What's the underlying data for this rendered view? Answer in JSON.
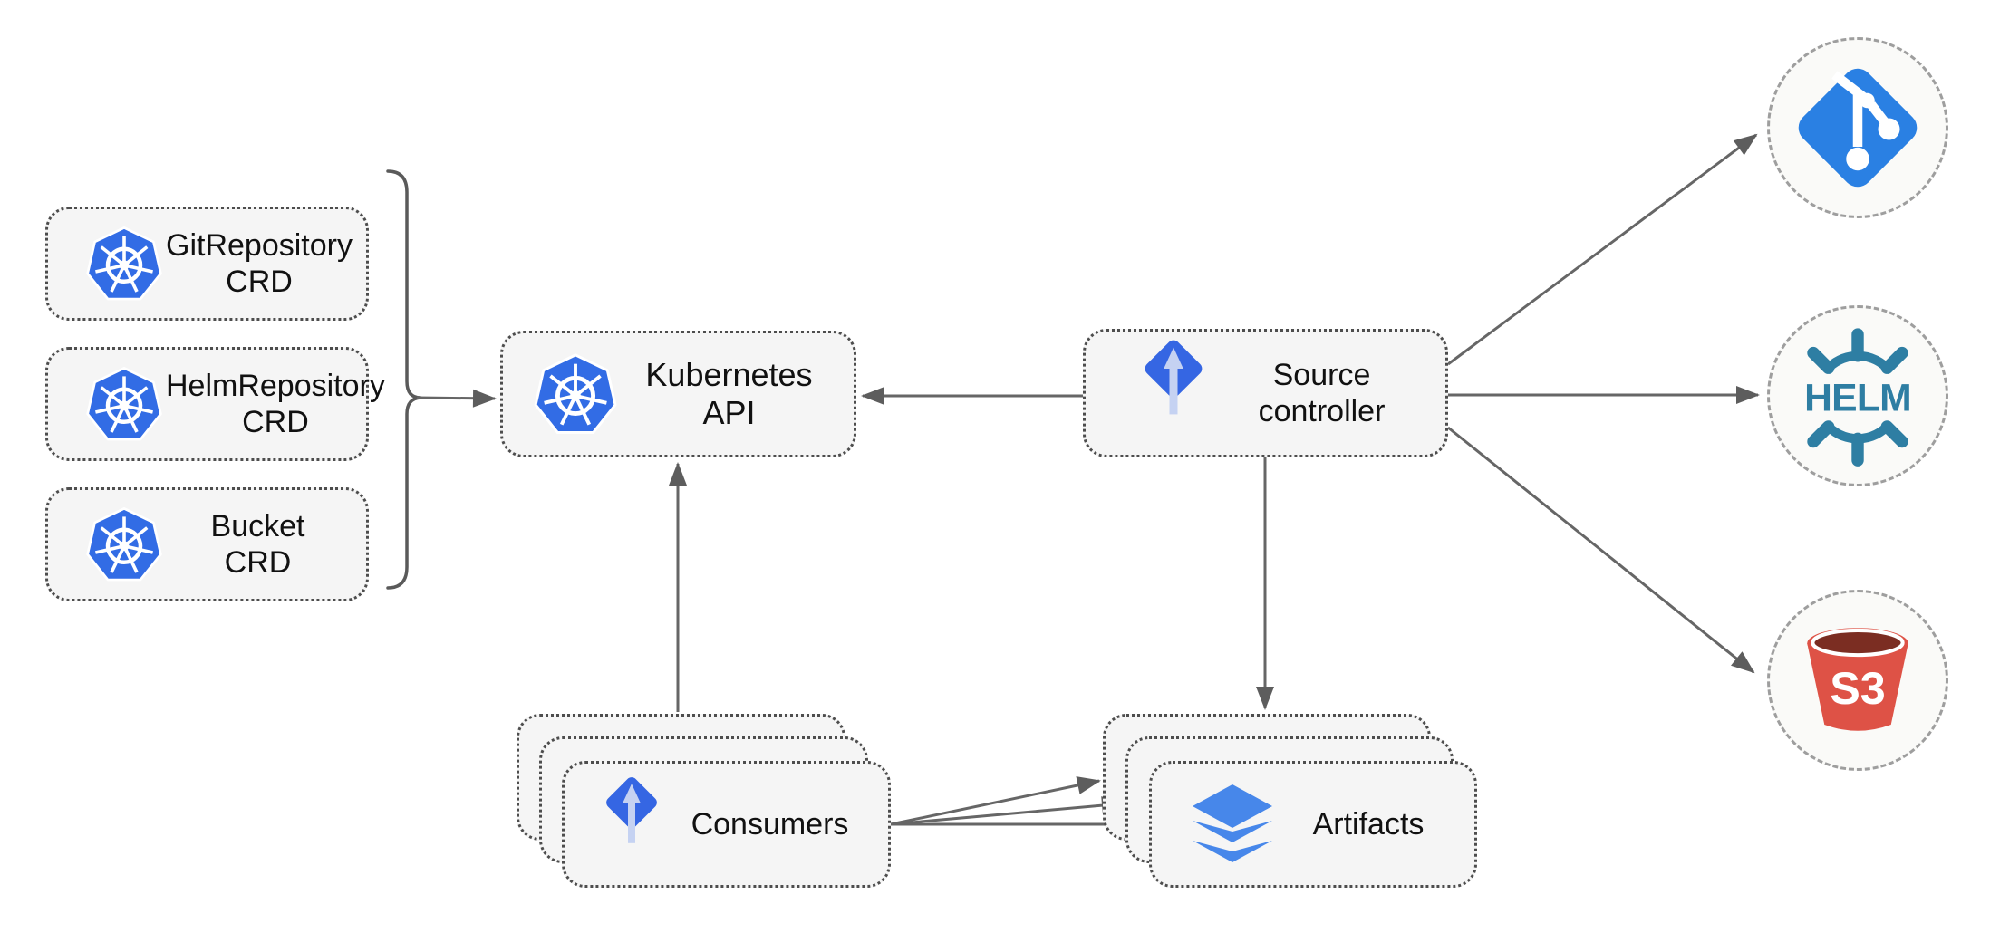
{
  "diagram": {
    "colors": {
      "kubernetes_blue": "#326CE5",
      "flux_blue": "#3566E3",
      "flux_arrow_light": "#C5D2F2",
      "flux_wave_blue": "#4E7BE8",
      "git_blue": "#2A80E3",
      "helm_teal": "#2E7EA3",
      "s3_red": "#DE5246",
      "s3_dark_red": "#7B2D22",
      "artifacts_blue": "#4787EA",
      "node_fill": "#F5F5F5",
      "node_border": "#4D4D4D",
      "external_fill": "#FAFAF8",
      "external_border": "#9E9E9E",
      "connector_gray": "#666666",
      "label_text": "#111111"
    },
    "crd_group": {
      "items": [
        {
          "label": "GitRepository\nCRD",
          "icon": "kubernetes-icon"
        },
        {
          "label": "HelmRepository\nCRD",
          "icon": "kubernetes-icon"
        },
        {
          "label": "Bucket\nCRD",
          "icon": "kubernetes-icon"
        }
      ]
    },
    "nodes": {
      "kubernetes_api": {
        "label": "Kubernetes API",
        "icon": "kubernetes-icon"
      },
      "source_controller": {
        "label": "Source\ncontroller",
        "icon": "flux-icon"
      },
      "consumers": {
        "label": "Consumers",
        "icon": "flux-icon",
        "stacked": 3
      },
      "artifacts": {
        "label": "Artifacts",
        "icon": "layers-icon",
        "stacked": 3
      }
    },
    "externals": {
      "git": {
        "icon": "git-icon"
      },
      "helm": {
        "icon": "helm-icon",
        "text": "HELM"
      },
      "s3": {
        "icon": "s3-bucket-icon",
        "text": "S3"
      }
    },
    "edges": [
      {
        "from": "crd-group-bracket",
        "to": "kubernetes-api"
      },
      {
        "from": "source-controller",
        "to": "kubernetes-api"
      },
      {
        "from": "consumers",
        "to": "kubernetes-api"
      },
      {
        "from": "source-controller",
        "to": "artifacts"
      },
      {
        "from": "source-controller",
        "to": "git"
      },
      {
        "from": "source-controller",
        "to": "helm"
      },
      {
        "from": "source-controller",
        "to": "s3"
      },
      {
        "from": "consumers",
        "to": "artifacts-back"
      },
      {
        "from": "consumers",
        "to": "artifacts-middle"
      },
      {
        "from": "consumers",
        "to": "artifacts-front"
      }
    ]
  }
}
